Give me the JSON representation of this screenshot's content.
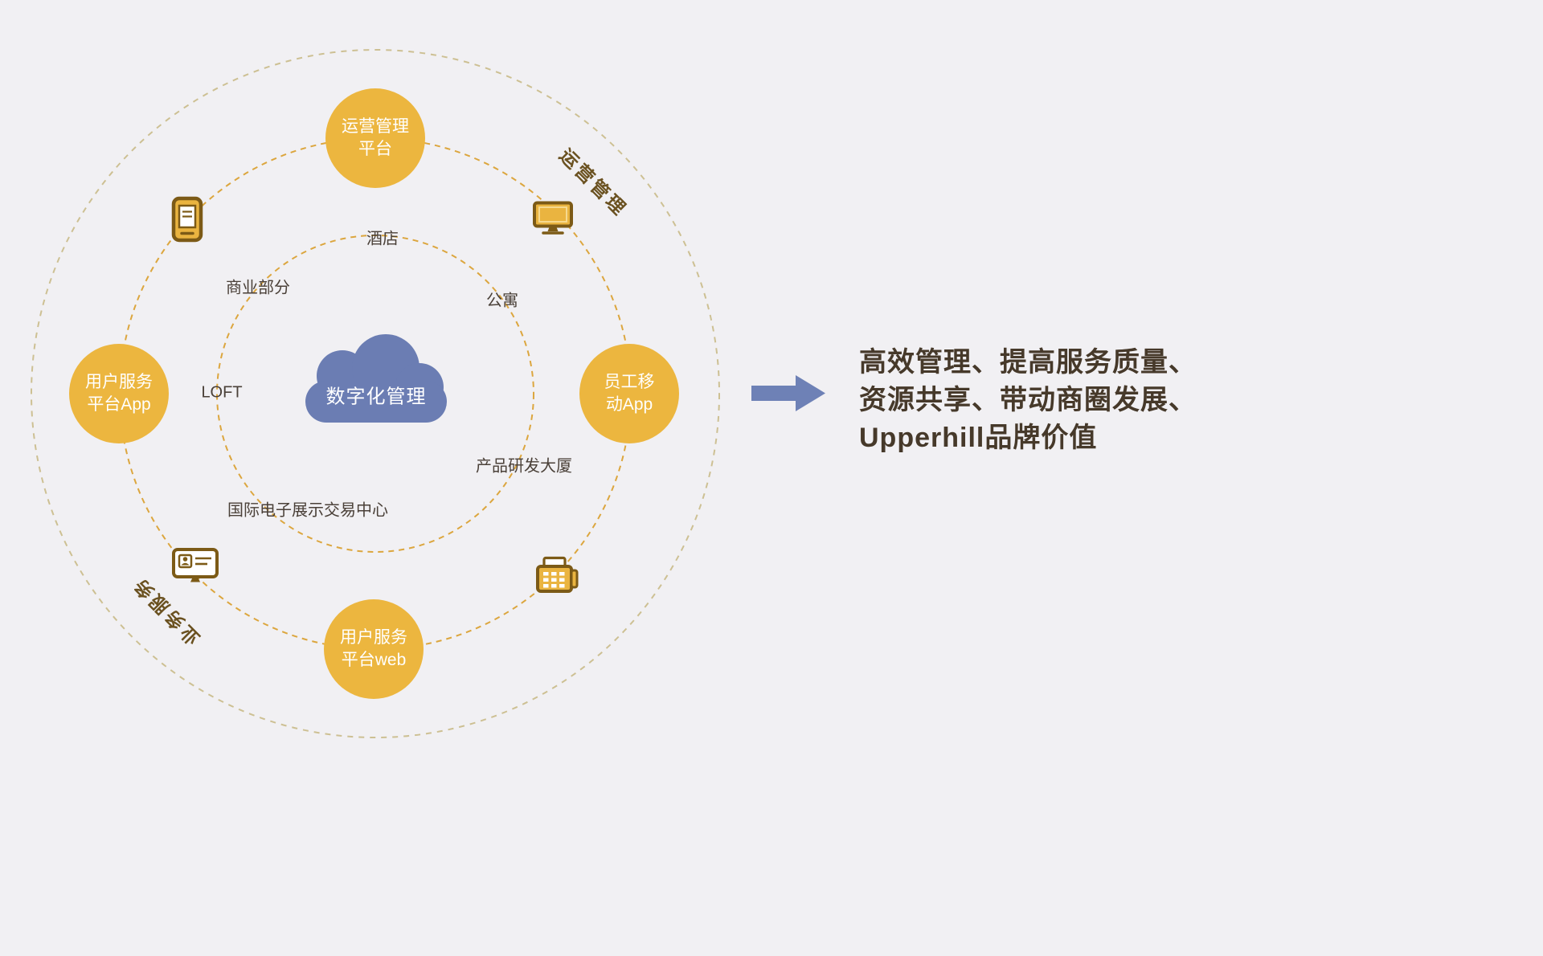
{
  "colors": {
    "bg_color": "#f1f0f3",
    "node_color": "#ecb63f",
    "cloud_color": "#6b7db3",
    "arrow_color": "#6e81b6",
    "summary_color": "#46392a",
    "label_color": "#4a4038",
    "ring_label_color": "#6a5120",
    "ring_color": "#dca63e",
    "outer_ring_color": "#cdc093",
    "icon_stroke": "#7c5a16",
    "icon_fill": "#eab440"
  },
  "diagram": {
    "center_cloud": {
      "label": "数字化管理"
    },
    "inner_labels": [
      {
        "text": "酒店"
      },
      {
        "text": "公寓"
      },
      {
        "text": "商业部分"
      },
      {
        "text": "LOFT"
      },
      {
        "text": "产品研发大厦"
      },
      {
        "text": "国际电子展示交易中心"
      }
    ],
    "platform_nodes": [
      {
        "line1": "运营管理",
        "line2": "平台"
      },
      {
        "line1": "用户服务",
        "line2": "平台App"
      },
      {
        "line1": "员工移",
        "line2": "动App"
      },
      {
        "line1": "用户服务",
        "line2": "平台web"
      }
    ],
    "ring_labels": [
      {
        "text": "运营管理"
      },
      {
        "text": "业务服务"
      }
    ],
    "icons": [
      {
        "name": "tablet-icon"
      },
      {
        "name": "monitor-icon"
      },
      {
        "name": "badge-display-icon"
      },
      {
        "name": "fax-machine-icon"
      }
    ]
  },
  "summary": {
    "lines": [
      "高效管理、提高服务质量、",
      "资源共享、带动商圈发展、",
      "Upperhill品牌价值"
    ]
  }
}
